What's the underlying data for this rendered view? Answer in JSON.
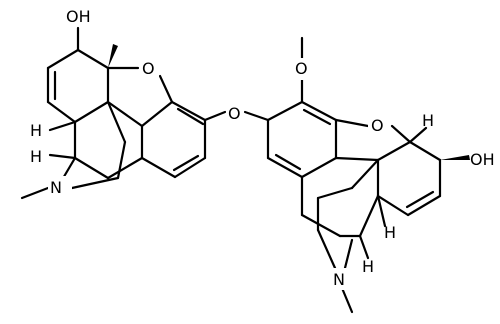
{
  "molecule": {
    "atoms": {
      "oh_left": "OH",
      "o_ring_left": "O",
      "h_left_1": "H",
      "h_left_2": "H",
      "n_left": "N",
      "o_bridge": "O",
      "o_methoxy": "O",
      "o_ring_right": "O",
      "oh_right": "OH",
      "n_right": "N",
      "h_right_1": "H",
      "h_right_2": "H"
    }
  }
}
